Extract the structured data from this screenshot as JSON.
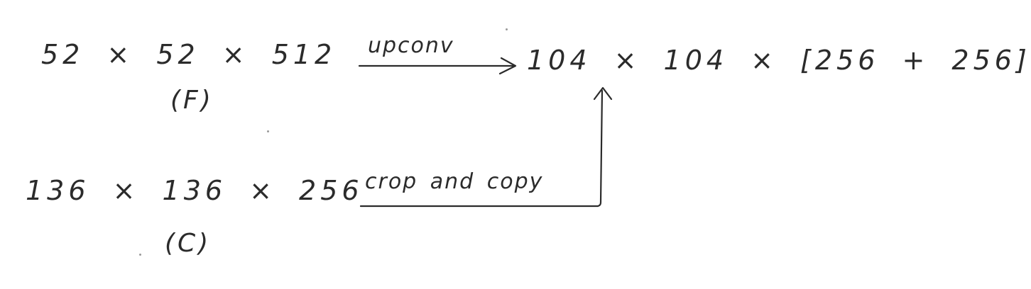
{
  "top_row": {
    "input_dims": "52 × 52 × 512",
    "input_label": "(F)",
    "operation": "upconv",
    "output_dims": "104 × 104 × [256 + 256]"
  },
  "bottom_row": {
    "input_dims": "136 × 136 × 256",
    "input_label": "(C)",
    "operation": "crop and copy"
  },
  "ink_color": "#2b2b2b",
  "background_color": "#ffffff"
}
